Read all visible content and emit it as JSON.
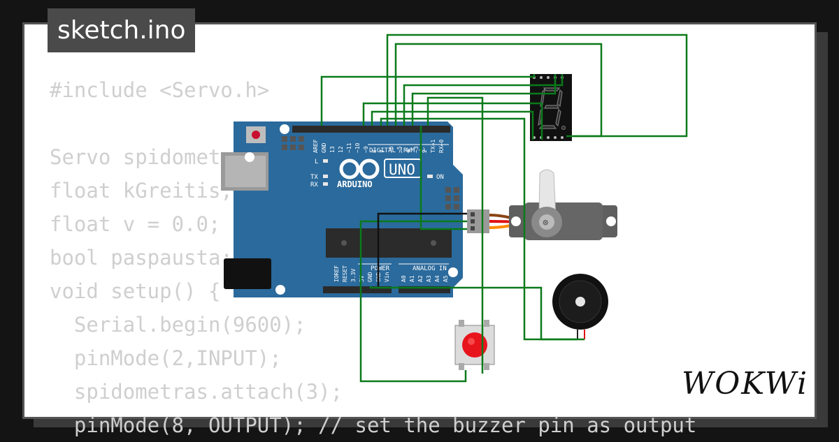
{
  "tab": {
    "filename": "sketch.ino"
  },
  "code_lines": [
    "#include <Servo.h>",
    "",
    "Servo spidometras;",
    "float kGreitis;",
    "float v = 0.0;",
    "bool paspausta;",
    "void setup() {",
    "  Serial.begin(9600);",
    "  pinMode(2,INPUT);",
    "  spidometras.attach(3);",
    "  pinMode(8, OUTPUT); // set the buzzer pin as output"
  ],
  "brand": {
    "logo": "WOKWi"
  },
  "board": {
    "model": "UNO",
    "brand": "ARDUINO",
    "digital_label": "DIGITAL (PWM ~)",
    "power_label": "POWER",
    "analog_label": "ANALOG IN",
    "led_l": "L",
    "led_tx": "TX",
    "led_rx": "RX",
    "led_on": "ON",
    "top_pins": [
      "AREF",
      "GND",
      "13",
      "12",
      "~11",
      "~10",
      "~9",
      "8",
      "7",
      "~6",
      "~5",
      "4",
      "~3",
      "2",
      "TX→1",
      "RX←0"
    ],
    "power_pins": [
      "IOREF",
      "RESET",
      "3.3V",
      "5V",
      "GND",
      "GND",
      "Vin"
    ],
    "analog_pins": [
      "A0",
      "A1",
      "A2",
      "A3",
      "A4",
      "A5"
    ]
  },
  "colors": {
    "wire": "#0a7a1a",
    "board": "#2b6a9c",
    "button": "#e8141c",
    "servo": "#5f5f5f",
    "background": "#141414"
  }
}
